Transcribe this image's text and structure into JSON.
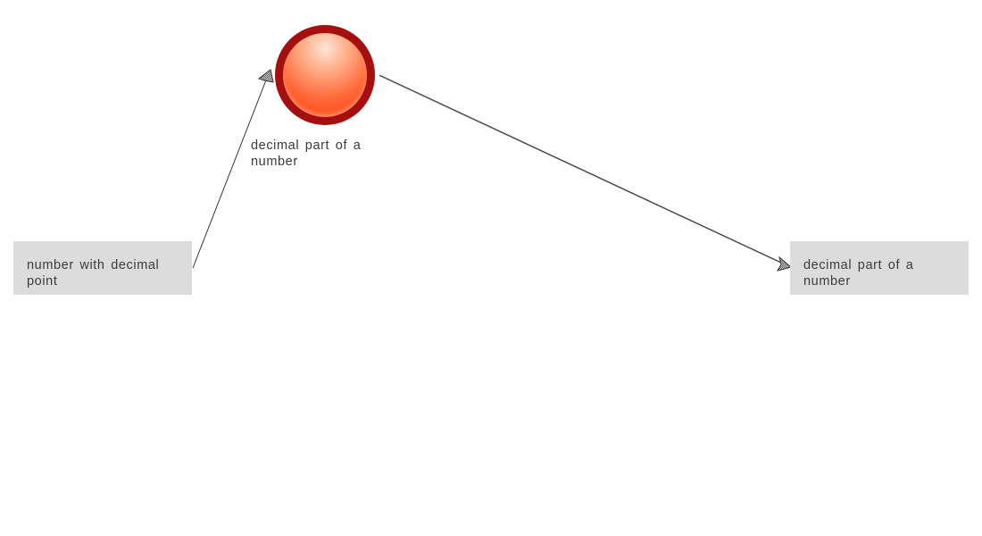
{
  "diagram": {
    "nodes": {
      "source": {
        "label": "number with decimal point"
      },
      "event": {
        "label": "decimal part of a number"
      },
      "target": {
        "label": "decimal part of a number"
      }
    },
    "edges": [
      {
        "from": "source",
        "to": "event"
      },
      {
        "from": "event",
        "to": "target"
      }
    ],
    "colors": {
      "box_fill": "#dcdcdc",
      "circle_ring": "#a50f0f",
      "circle_fill": "#ff6a3a",
      "edge": "#222222",
      "text": "#3a3a3a"
    }
  }
}
